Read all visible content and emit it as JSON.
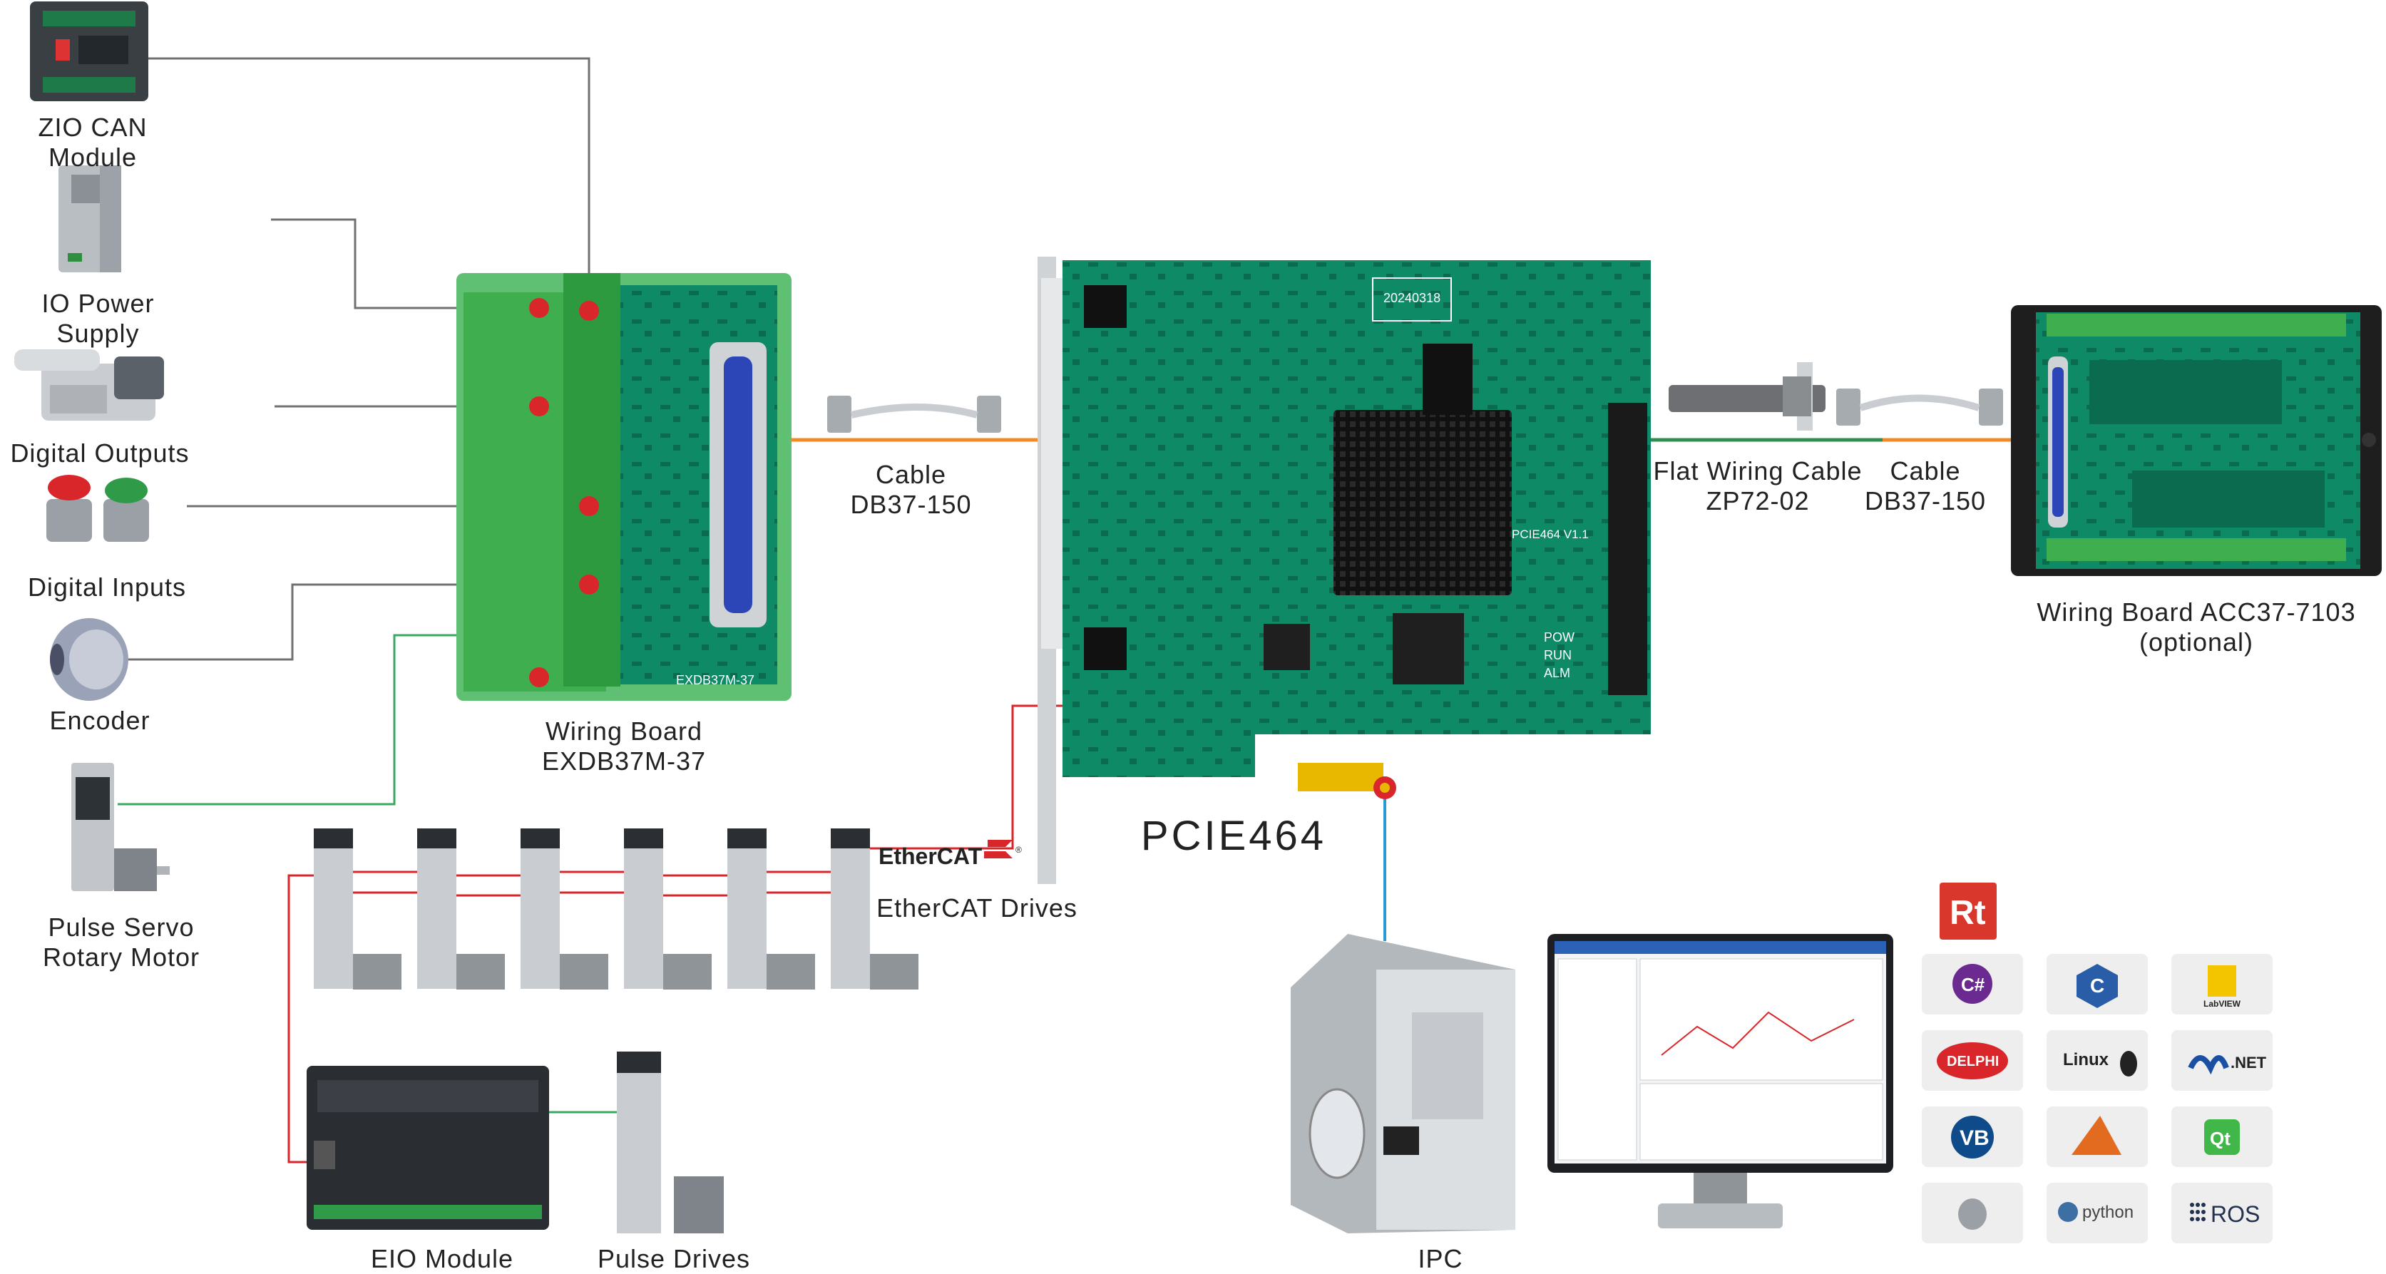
{
  "labels": {
    "zio_can": "ZIO CAN Module",
    "io_power": "IO Power Supply",
    "digital_outputs": "Digital Outputs",
    "digital_inputs": "Digital Inputs",
    "encoder": "Encoder",
    "pulse_servo_line1": "Pulse Servo",
    "pulse_servo_line2": "Rotary Motor",
    "wiring_board_line1": "Wiring Board",
    "wiring_board_line2": "EXDB37M-37",
    "cable_left_line1": "Cable",
    "cable_left_line2": "DB37-150",
    "flat_cable_line1": "Flat Wiring Cable",
    "flat_cable_line2": "ZP72-02",
    "cable_right_line1": "Cable",
    "cable_right_line2": "DB37-150",
    "acc_board_line1": "Wiring Board ACC37-7103",
    "acc_board_line2": "(optional)",
    "product_name": "PCIE464",
    "ethercat_drives": "EtherCAT Drives",
    "eio_module": "EIO Module",
    "pulse_drives": "Pulse Drives",
    "ipc": "IPC"
  },
  "board_text": {
    "exdb_silk": "EXDB37M-37",
    "pcie_date": "20240318",
    "pcie_version": "PCIE464 V1.1",
    "led_pow": "POW",
    "led_run": "RUN",
    "led_alm": "ALM",
    "ethercat_logo": "EtherCAT",
    "ethercat_logo_mark": "®"
  },
  "software_icons": [
    {
      "name": "rt-icon",
      "text": "Rt",
      "color": "#d9372b"
    },
    {
      "name": "csharp-icon",
      "text": "C#",
      "color": "#6a2a8f"
    },
    {
      "name": "c-icon",
      "text": "C",
      "color": "#2a5da8"
    },
    {
      "name": "labview-icon",
      "text": "LabVIEW",
      "color": "#f2c500"
    },
    {
      "name": "delphi-icon",
      "text": "DELPHI",
      "color": "#d8262b"
    },
    {
      "name": "linux-icon",
      "text": "Linux",
      "color": "#222222"
    },
    {
      "name": "dotnet-icon",
      "text": ".NET",
      "color": "#1a4fa3"
    },
    {
      "name": "vb-icon",
      "text": "VB",
      "color": "#0f4a8a"
    },
    {
      "name": "matlab-icon",
      "text": "",
      "color": "#e36b1f"
    },
    {
      "name": "qt-icon",
      "text": "Qt",
      "color": "#41b649"
    },
    {
      "name": "apple-icon",
      "text": "",
      "color": "#9aa0a6"
    },
    {
      "name": "python-icon",
      "text": "python",
      "color": "#3c6fa3"
    },
    {
      "name": "ros-icon",
      "text": "ROS",
      "color": "#22314e"
    }
  ],
  "colors": {
    "board_green": "#0f8a66",
    "terminal_green": "#3fae4e",
    "cable_orange": "#f08a24",
    "ethercat_red": "#d8262b",
    "usb_blue": "#2a9ad6",
    "connector_gray": "#6b6b6b"
  }
}
